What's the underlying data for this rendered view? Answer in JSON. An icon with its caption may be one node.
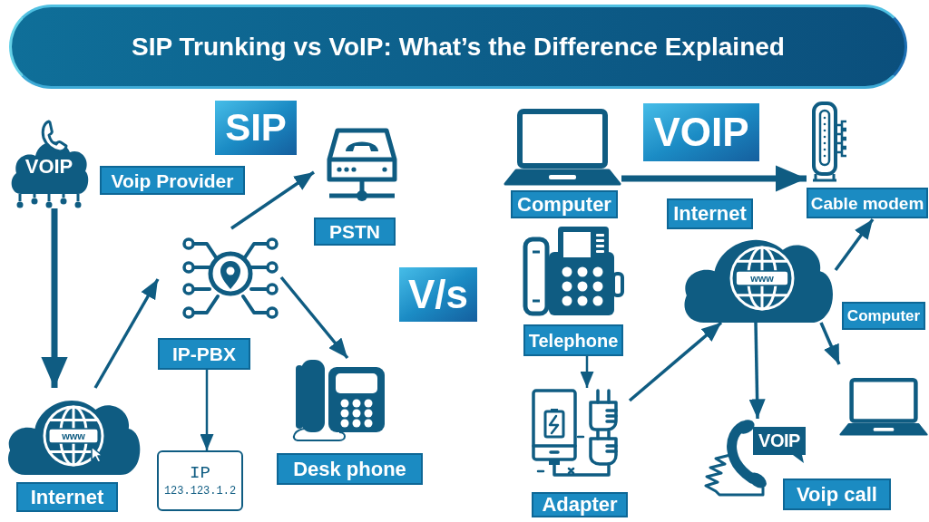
{
  "diagram": {
    "title": "SIP Trunking vs VoIP: What’s the Difference Explained",
    "nodes": [
      {
        "text": [
          "SIP"
        ]
      },
      {
        "text": [
          "VOIP"
        ]
      },
      {
        "text": [
          "V/s"
        ]
      },
      {
        "text": [
          "VOIP",
          "Voip Provider"
        ]
      },
      {
        "text": [
          "www",
          "Internet"
        ]
      },
      {
        "text": [
          "IP-PBX"
        ]
      },
      {
        "text": [
          "PSTN"
        ]
      },
      {
        "text": [
          "Desk phone"
        ]
      },
      {
        "text": [
          "IP",
          "123.123.1.2"
        ]
      },
      {
        "text": [
          "Computer"
        ]
      },
      {
        "text": [
          "Cable modem"
        ]
      },
      {
        "text": [
          "Telephone"
        ]
      },
      {
        "text": [
          "Internet",
          "www"
        ]
      },
      {
        "text": [
          "Adapter"
        ]
      },
      {
        "text": [
          "Computer"
        ]
      },
      {
        "text": [
          "VOIP",
          "Voip call"
        ]
      }
    ],
    "edges": [
      {
        "from": 3,
        "to": 4,
        "arrow": "to",
        "style": "thick"
      },
      {
        "from": 4,
        "to": 5,
        "arrow": "to"
      },
      {
        "from": 5,
        "to": 6,
        "arrow": "to"
      },
      {
        "from": 5,
        "to": 7,
        "arrow": "to"
      },
      {
        "from": 5,
        "to": 8,
        "arrow": "to"
      },
      {
        "from": 9,
        "to": 10,
        "arrow": "to",
        "style": "thick"
      },
      {
        "from": 11,
        "to": 13,
        "arrow": "to"
      },
      {
        "from": 13,
        "to": 12,
        "arrow": "to"
      },
      {
        "from": 12,
        "to": 10,
        "arrow": "to"
      },
      {
        "from": 12,
        "to": 14,
        "arrow": "to"
      },
      {
        "from": 12,
        "to": 15,
        "arrow": "to"
      }
    ]
  }
}
